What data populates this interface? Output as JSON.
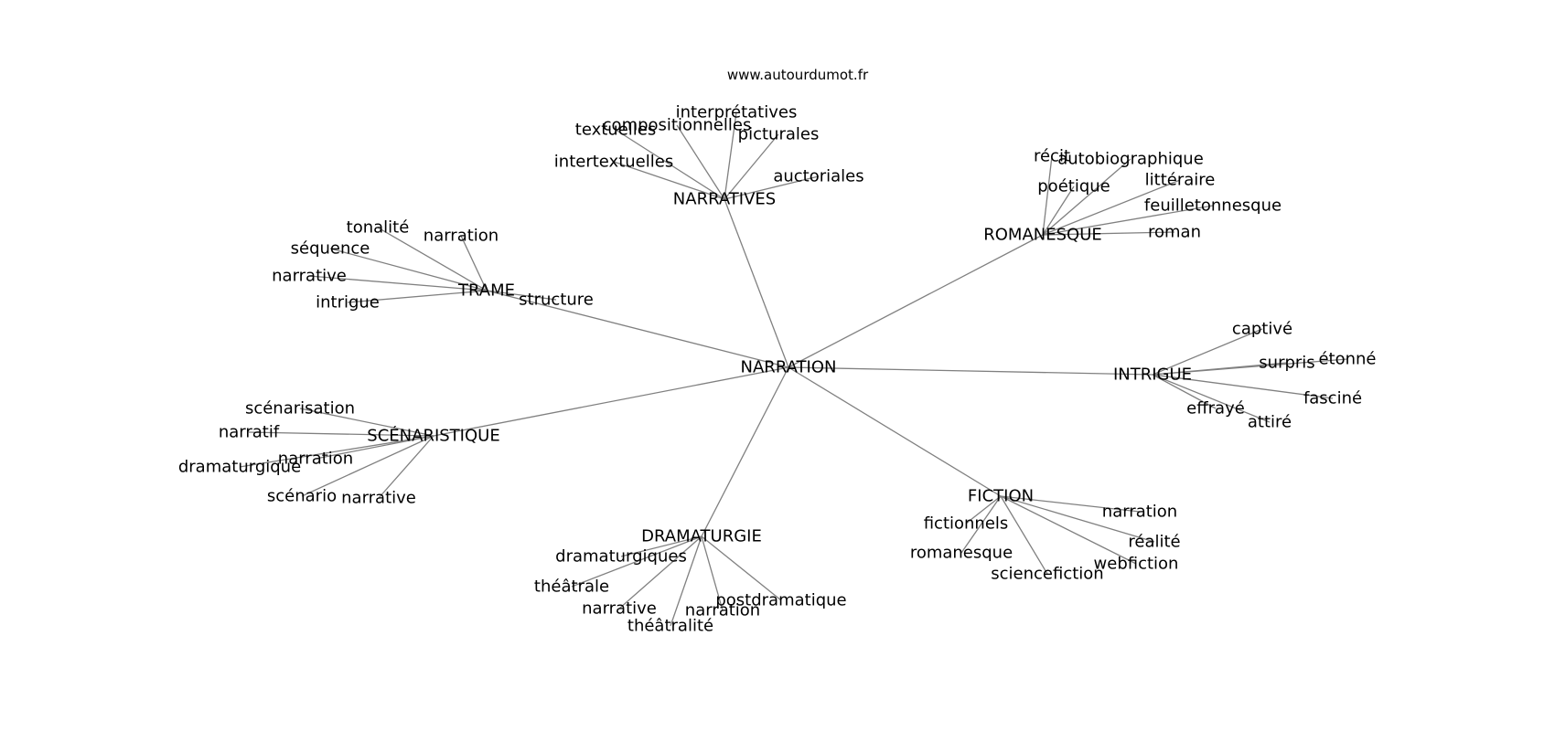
{
  "source": "www.autourdumot.fr",
  "colors": {
    "edge": "#808080",
    "text": "#000000",
    "background": "#ffffff"
  },
  "center": "NARRATION",
  "hubs": [
    {
      "label": "NARRATIVES",
      "words": [
        "interprétatives",
        "compositionnelles",
        "textuelles",
        "picturales",
        "intertextuelles",
        "auctoriales"
      ]
    },
    {
      "label": "ROMANESQUE",
      "words": [
        "récit",
        "autobiographique",
        "poétique",
        "littéraire",
        "feuilletonnesque",
        "roman"
      ]
    },
    {
      "label": "TRAME",
      "words": [
        "tonalité",
        "narration",
        "séquence",
        "narrative",
        "intrigue",
        "structure"
      ]
    },
    {
      "label": "INTRIGUE",
      "words": [
        "captivé",
        "étonné",
        "surpris",
        "fasciné",
        "effrayé",
        "attiré"
      ]
    },
    {
      "label": "SCÉNARISTIQUE",
      "words": [
        "scénarisation",
        "narratif",
        "narration",
        "dramaturgique",
        "scénario",
        "narrative"
      ]
    },
    {
      "label": "FICTION",
      "words": [
        "fictionnels",
        "narration",
        "réalité",
        "romanesque",
        "webfiction",
        "sciencefiction"
      ]
    },
    {
      "label": "DRAMATURGIE",
      "words": [
        "dramaturgiques",
        "théâtrale",
        "narrative",
        "narration",
        "postdramatique",
        "théâtralité"
      ]
    }
  ]
}
